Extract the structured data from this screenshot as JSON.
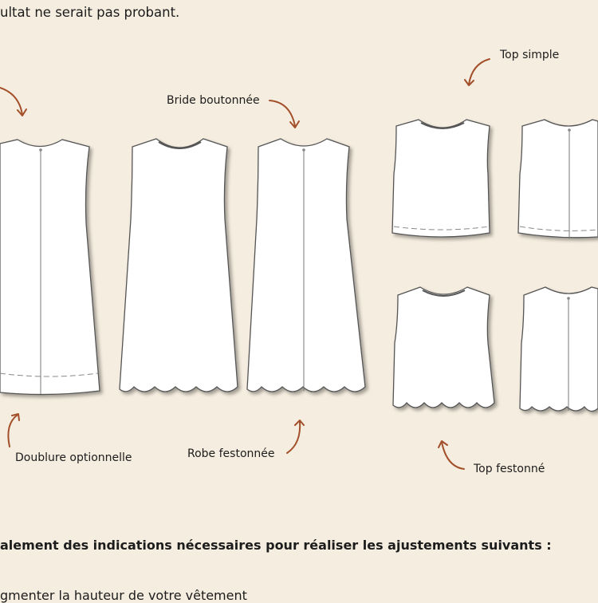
{
  "intro_text": "ultat ne serait pas probant.",
  "labels": {
    "bride": "Bride boutonnée",
    "top_simple": "Top simple",
    "doublure": "Doublure optionnelle",
    "robe_festonnee": "Robe festonnée",
    "top_festonne": "Top festonné"
  },
  "heading": "alement des indications nécessaires pour réaliser les ajustements suivants :",
  "bullet_partial": "gmenter la hauteur de votre vêtement",
  "colors": {
    "background": "#f5eddf",
    "arrow": "#a24f2a",
    "garment_fill": "#ffffff",
    "garment_outline": "#555555"
  }
}
